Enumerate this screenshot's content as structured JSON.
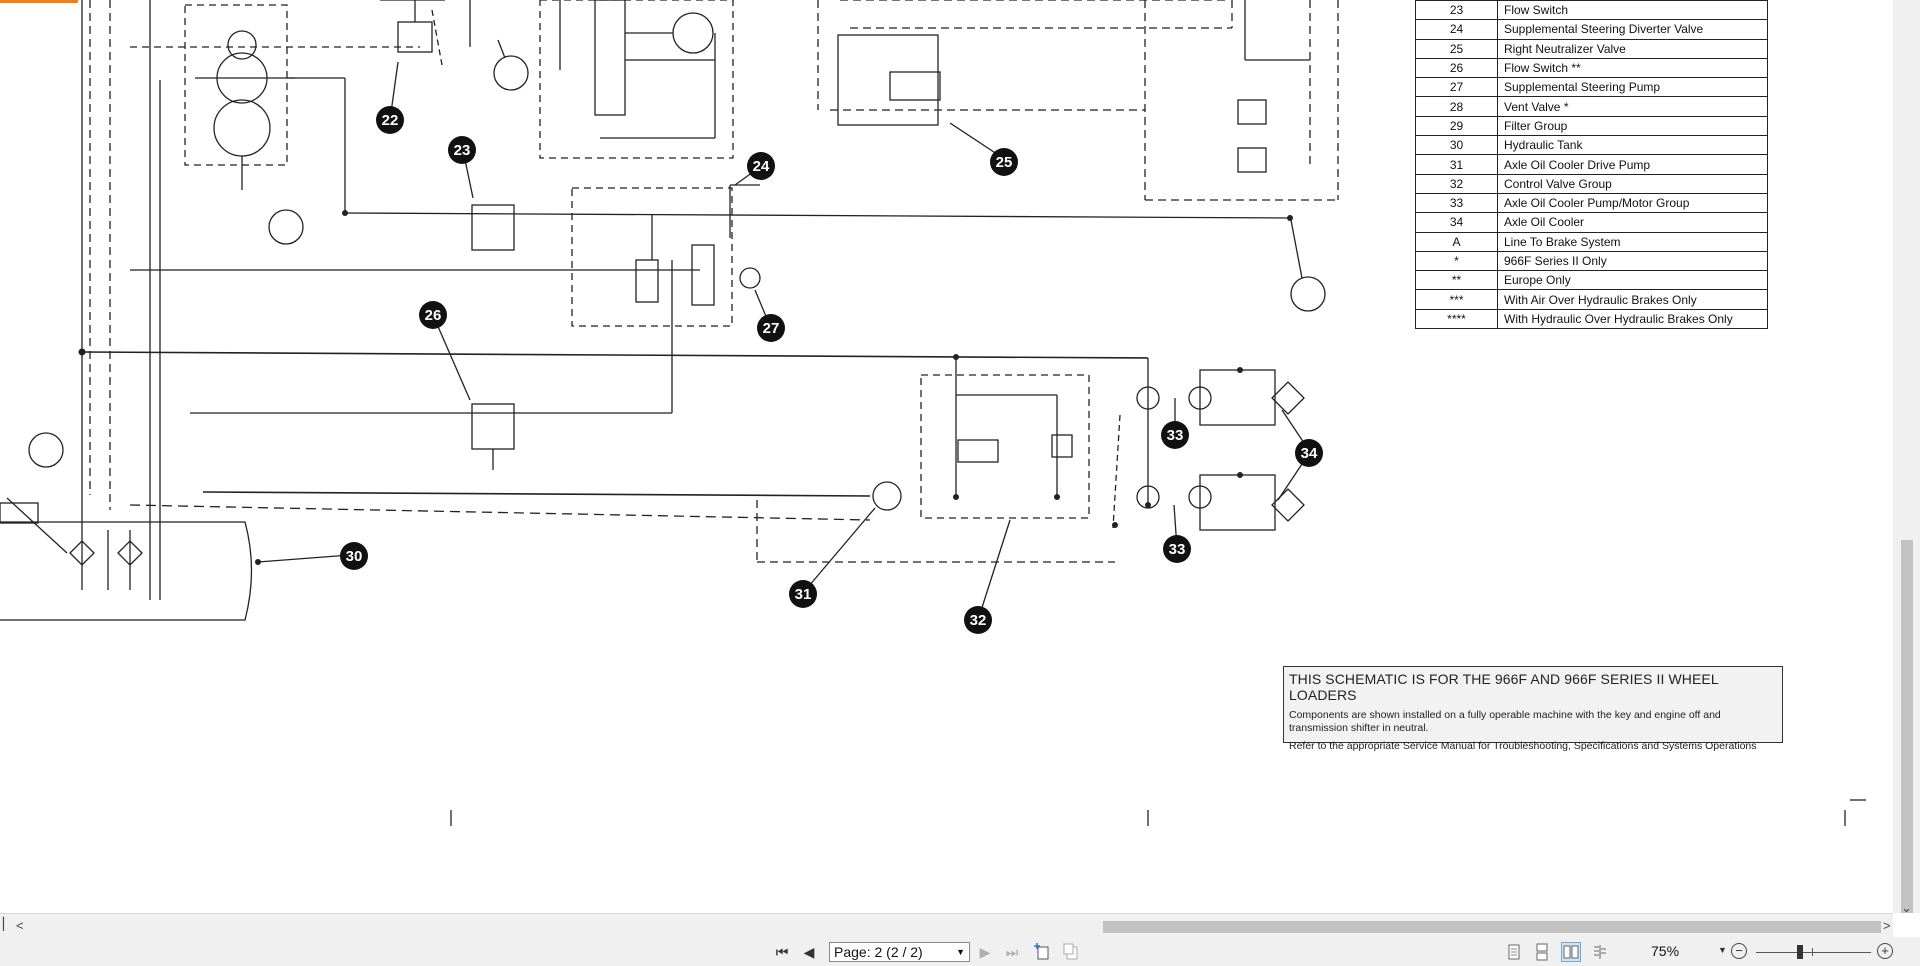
{
  "legend": {
    "rows": [
      {
        "code": "23",
        "desc": "Flow Switch"
      },
      {
        "code": "24",
        "desc": "Supplemental Steering Diverter Valve"
      },
      {
        "code": "25",
        "desc": "Right Neutralizer Valve"
      },
      {
        "code": "26",
        "desc": "Flow Switch **"
      },
      {
        "code": "27",
        "desc": "Supplemental Steering Pump"
      },
      {
        "code": "28",
        "desc": "Vent Valve *"
      },
      {
        "code": "29",
        "desc": "Filter Group"
      },
      {
        "code": "30",
        "desc": "Hydraulic Tank"
      },
      {
        "code": "31",
        "desc": "Axle Oil Cooler Drive Pump"
      },
      {
        "code": "32",
        "desc": "Control Valve Group"
      },
      {
        "code": "33",
        "desc": "Axle Oil Cooler Pump/Motor Group"
      },
      {
        "code": "34",
        "desc": "Axle Oil Cooler"
      },
      {
        "code": "A",
        "desc": "Line To Brake System"
      },
      {
        "code": "*",
        "desc": "966F Series II Only"
      },
      {
        "code": "**",
        "desc": "Europe Only"
      },
      {
        "code": "***",
        "desc": "With Air Over Hydraulic Brakes Only"
      },
      {
        "code": "****",
        "desc": "With Hydraulic Over Hydraulic Brakes Only"
      }
    ]
  },
  "note": {
    "title": "THIS SCHEMATIC IS FOR THE 966F AND 966F SERIES II WHEEL LOADERS",
    "line1": "Components are shown installed on a fully operable machine with the key and engine off and transmission shifter in neutral.",
    "line2": "Refer to the appropriate Service Manual for Troubleshooting, Specifications and Systems Operations"
  },
  "callouts": [
    "22",
    "23",
    "24",
    "25",
    "26",
    "27",
    "30",
    "31",
    "32",
    "33",
    "33",
    "34"
  ],
  "statusbar": {
    "page_label": "Page: 2 (2 / 2)",
    "zoom": "75%"
  },
  "colors": {
    "accent": "#f0801e",
    "chrome": "#f0f0f0",
    "scroll_thumb": "#c2c2c2"
  }
}
